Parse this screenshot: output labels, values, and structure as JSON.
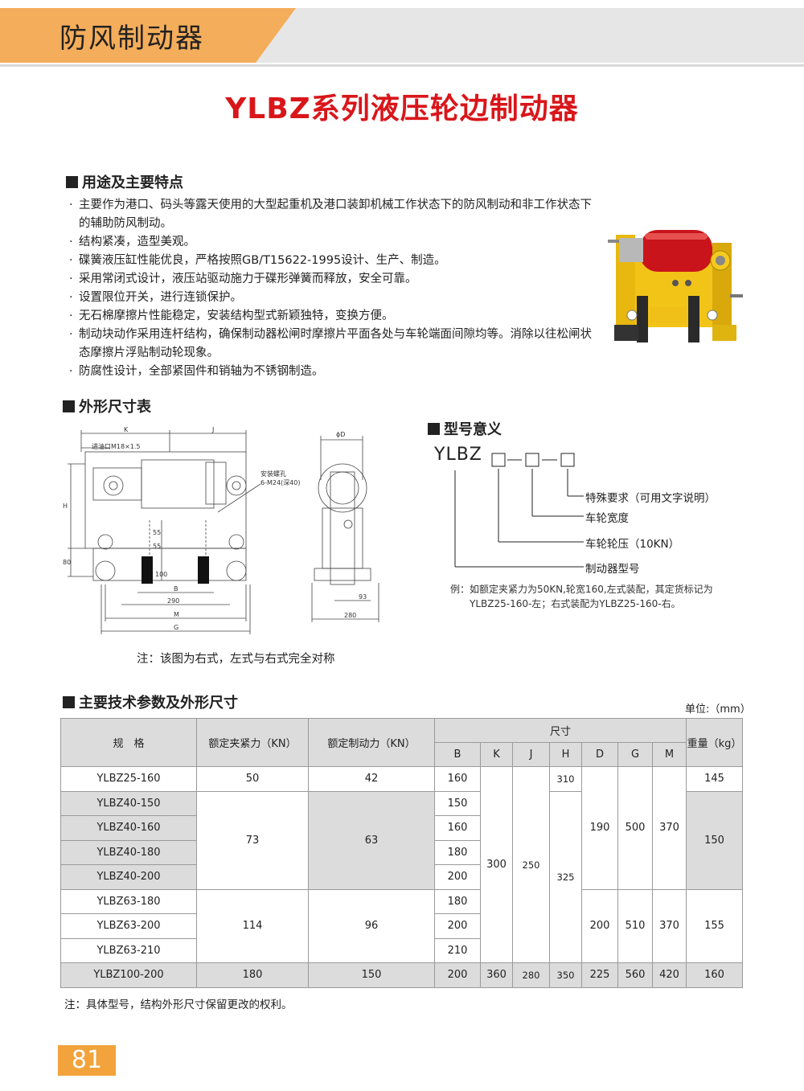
{
  "header": {
    "title": "防风制动器"
  },
  "main_title": "YLBZ系列液压轮边制动器",
  "sections": {
    "features": "用途及主要特点",
    "dimensions": "外形尺寸表",
    "model_meaning": "型号意义",
    "params": "主要技术参数及外形尺寸"
  },
  "features": [
    "主要作为港口、码头等露天使用的大型起重机及港口装卸机械工作状态下的防风制动和非工作状态下的辅助防风制动。",
    "结构紧凑，造型美观。",
    "碟簧液压缸性能优良，严格按照GB/T15622-1995设计、生产、制造。",
    "采用常闭式设计，液压站驱动施力于碟形弹簧而释放，安全可靠。",
    "设置限位开关，进行连锁保护。",
    "无石棉摩擦片性能稳定，安装结构型式新颖独特，变换方便。",
    "制动块动作采用连杆结构，确保制动器松闸时摩擦片平面各处与车轮端面间隙均等。消除以往松闸状态摩擦片浮贴制动轮现象。",
    "防腐性设计，全部紧固件和销轴为不锈钢制造。"
  ],
  "diagram": {
    "labels": {
      "K": "K",
      "J": "J",
      "phiD": "ϕD",
      "oil": "进油口M18×1.5",
      "hole1": "安装螺孔",
      "hole2": "6-M24(深40)",
      "H": "H",
      "d80": "80",
      "d55a": "55",
      "d55b": "55",
      "d100": "100",
      "B": "B",
      "d290": "290",
      "M": "M",
      "G": "G",
      "d93": "93",
      "d280": "280"
    },
    "note": "注：该图为右式，左式与右式完全对称"
  },
  "model_meaning": {
    "code": "YLBZ",
    "items": [
      "特殊要求（可用文字说明）",
      "车轮宽度",
      "车轮轮压（10KN）",
      "制动器型号"
    ],
    "example_line1": "例：如额定夹紧力为50KN,轮宽160,左式装配，其定货标记为",
    "example_line2": "YLBZ25-160-左；右式装配为YLBZ25-160-右。"
  },
  "table": {
    "unit": "单位:（mm）",
    "headers": {
      "spec": "规　格",
      "clamp": "额定夹紧力（KN）",
      "brake": "额定制动力（KN）",
      "dims": "尺寸",
      "weight": "重量（kg）",
      "cols": [
        "B",
        "K",
        "J",
        "H",
        "D",
        "G",
        "M"
      ]
    },
    "models": [
      "YLBZ25-160",
      "YLBZ40-150",
      "YLBZ40-160",
      "YLBZ40-180",
      "YLBZ40-200",
      "YLBZ63-180",
      "YLBZ63-200",
      "YLBZ63-210",
      "YLBZ100-200"
    ],
    "clamp": [
      "50",
      "73",
      "114",
      "180"
    ],
    "brake": [
      "42",
      "63",
      "96",
      "150"
    ],
    "B": [
      "160",
      "150",
      "160",
      "180",
      "200",
      "180",
      "200",
      "210",
      "200"
    ],
    "K": [
      "300",
      "360"
    ],
    "J": [
      "250",
      "280"
    ],
    "H": [
      "310",
      "325",
      "350"
    ],
    "D": [
      "190",
      "200",
      "225"
    ],
    "G": [
      "500",
      "510",
      "560"
    ],
    "M": [
      "370",
      "370",
      "420"
    ],
    "weight": [
      "145",
      "150",
      "155",
      "160"
    ]
  },
  "footnote": "注：具体型号，结构外形尺寸保留更改的权利。",
  "page_number": "81"
}
